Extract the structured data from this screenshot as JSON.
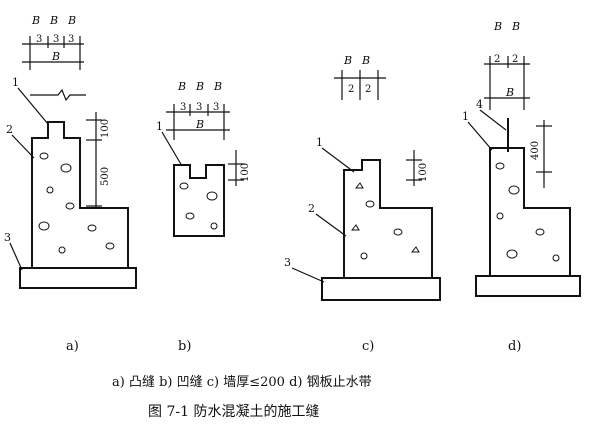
{
  "figure": {
    "caption_labels": "a) 凸缝   b) 凹缝    c) 墙厚≤200   d) 钢板止水带",
    "caption_title": "图 7-1    防水混凝土的施工缝"
  },
  "panels": [
    {
      "id": "a",
      "label": "a)",
      "dim_top": [
        "B",
        "B",
        "B"
      ],
      "dim_mid": [
        "3",
        "3",
        "3"
      ],
      "dim_bottom": "B",
      "dim_side": [
        "100",
        "500"
      ],
      "callouts": [
        "1",
        "2",
        "3"
      ]
    },
    {
      "id": "b",
      "label": "b)",
      "dim_top": [
        "B",
        "B",
        "B"
      ],
      "dim_mid": [
        "3",
        "3",
        "3"
      ],
      "dim_bottom": "B",
      "dim_side": [
        "100"
      ],
      "callouts": [
        "1"
      ]
    },
    {
      "id": "c",
      "label": "c)",
      "dim_top": [
        "B",
        "B"
      ],
      "dim_mid": [
        "2",
        "2"
      ],
      "dim_side": [
        "100"
      ],
      "callouts": [
        "1",
        "2",
        "3"
      ]
    },
    {
      "id": "d",
      "label": "d)",
      "dim_top": [
        "B",
        "B"
      ],
      "dim_mid": [
        "2",
        "2"
      ],
      "dim_bottom": "B",
      "dim_side": [
        "400"
      ],
      "callouts": [
        "4",
        "1"
      ]
    }
  ]
}
